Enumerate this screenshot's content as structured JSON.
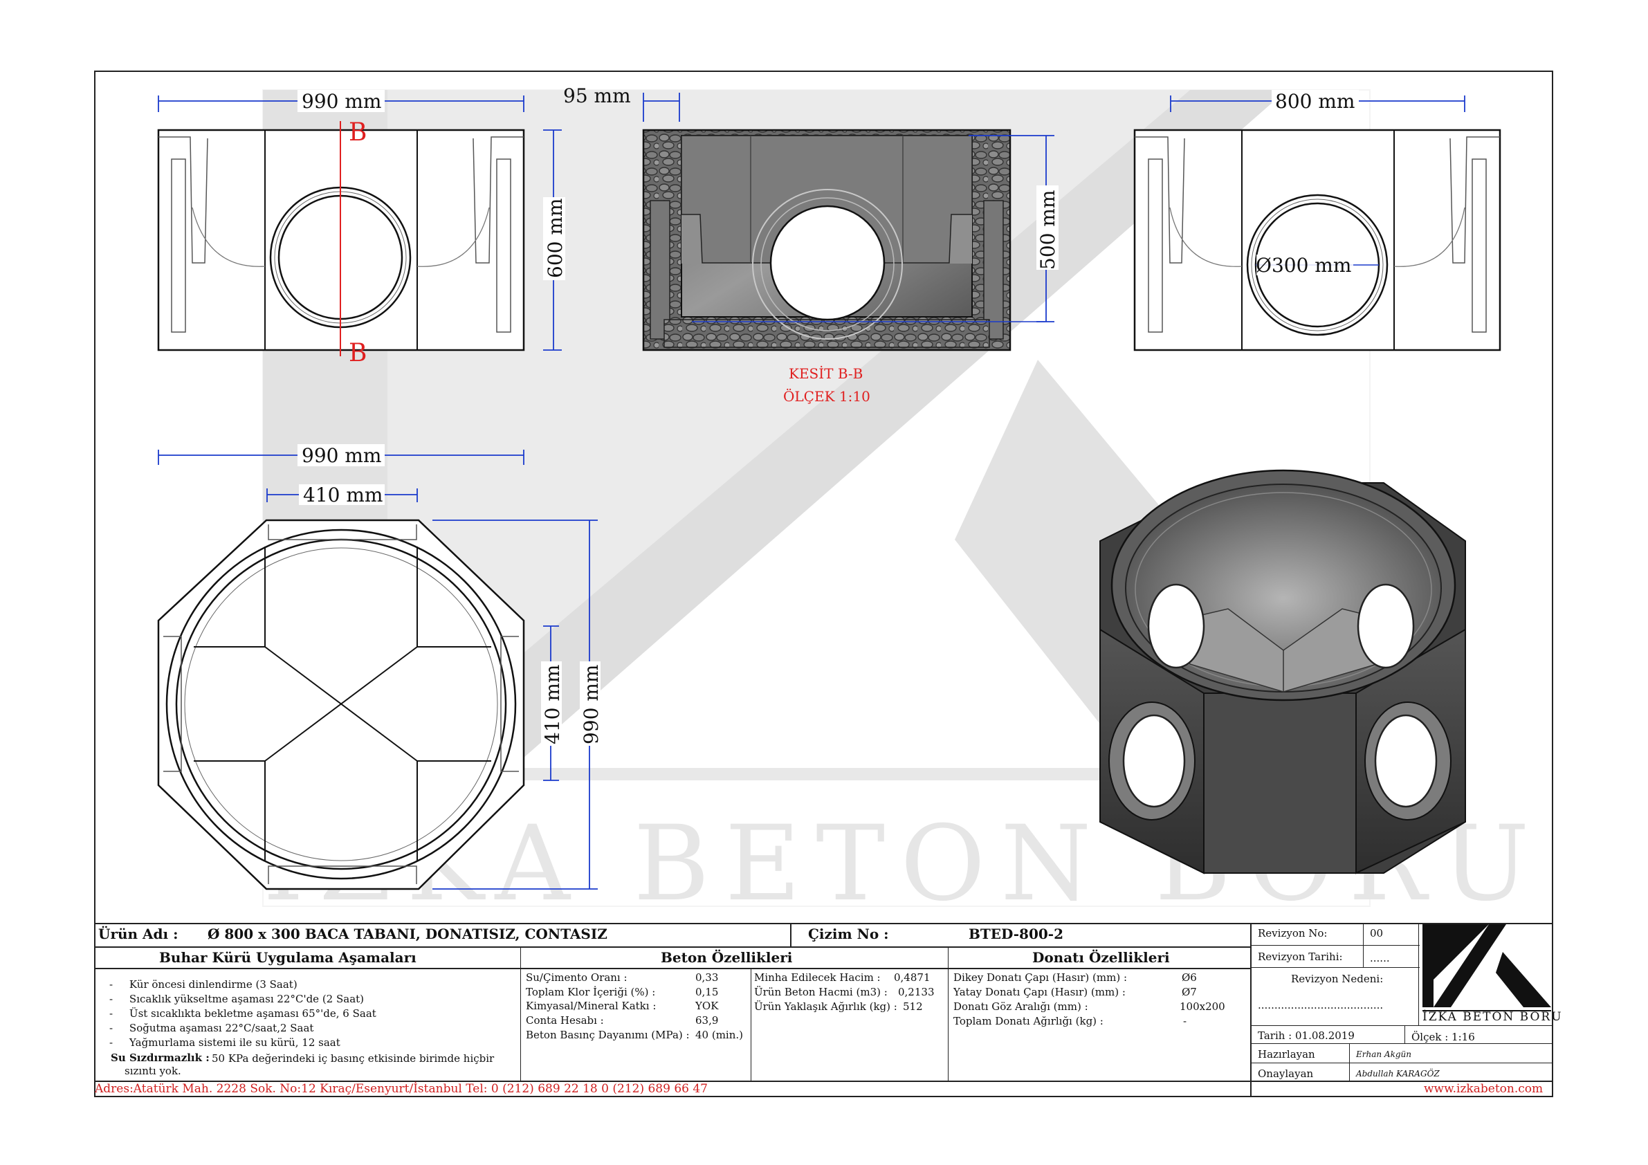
{
  "dimensions": {
    "front_width": "990 mm",
    "front_height": "600 mm",
    "wall_thickness": "95 mm",
    "section_height": "500 mm",
    "side_width": "800 mm",
    "pipe_diameter": "Ø300 mm",
    "top_width": "990 mm",
    "top_flat": "410 mm",
    "top_flat_vertical": "410 mm",
    "top_height": "990 mm"
  },
  "section_marks": {
    "top": "B",
    "bottom": "B"
  },
  "section_caption": {
    "line1": "KESİT B-B",
    "line2": "ÖLÇEK 1:10"
  },
  "watermark": "İZKA BETON BORU",
  "title_block": {
    "product_label": "Ürün Adı :",
    "product_name": "Ø 800 x 300 BACA TABANI, DONATISIZ, CONTASIZ",
    "drawing_label": "Çizim No :",
    "drawing_no": "BTED-800-2",
    "revision_no_label": "Revizyon No:",
    "revision_no": "00",
    "revision_date_label": "Revizyon Tarihi:",
    "revision_date": "......",
    "revision_reason_label": "Revizyon Nedeni:",
    "revision_reason": "......................................",
    "date": "Tarih : 01.08.2019",
    "scale": "Ölçek : 1:16",
    "prepared_label": "Hazırlayan",
    "prepared_by": "Erhan Akgün",
    "approved_label": "Onaylayan",
    "approved_by": "Abdullah KARAGÖZ",
    "logo_text": "İZKA BETON BORU"
  },
  "curing": {
    "heading": "Buhar Kürü Uygulama Aşamaları",
    "steps": [
      "Kür öncesi dinlendirme (3 Saat)",
      "Sıcaklık yükseltme aşaması 22°C'de (2 Saat)",
      "Üst sıcaklıkta bekletme aşaması 65°'de, 6 Saat",
      "Soğutma aşaması 22°C/saat,2 Saat",
      "Yağmurlama sistemi ile su kürü, 12 saat"
    ],
    "watertight_label": "Su Sızdırmazlık :",
    "watertight_text": "50 KPa değerindeki iç basınç etkisinde birimde hiçbir",
    "watertight_text2": "sızıntı yok."
  },
  "concrete": {
    "heading": "Beton Özellikleri",
    "rows": [
      {
        "label": "Su/Çimento Oranı :",
        "value": "0,33"
      },
      {
        "label": "Toplam Klor İçeriği (%) :",
        "value": "0,15"
      },
      {
        "label": "Kimyasal/Mineral Katkı :",
        "value": "YOK"
      },
      {
        "label": "Conta Hesabı :",
        "value": "63,9"
      },
      {
        "label": "Beton Basınç Dayanımı (MPa) :",
        "value": "40 (min.)"
      }
    ],
    "extra": [
      {
        "label": "Minha Edilecek Hacim :",
        "value": "0,4871"
      },
      {
        "label": "Ürün Beton Hacmi (m3) :",
        "value": "0,2133"
      },
      {
        "label": "Ürün Yaklaşık Ağırlık (kg) :",
        "value": "512"
      }
    ]
  },
  "rebar": {
    "heading": "Donatı Özellikleri",
    "rows": [
      {
        "label": "Dikey Donatı Çapı (Hasır) (mm) :",
        "value": "Ø6"
      },
      {
        "label": "Yatay Donatı Çapı (Hasır) (mm) :",
        "value": "Ø7"
      },
      {
        "label": "Donatı Göz Aralığı (mm) :",
        "value": "100x200"
      },
      {
        "label": "Toplam Donatı Ağırlığı (kg) :",
        "value": "-"
      }
    ]
  },
  "footer": {
    "address": "Adres:Atatürk Mah. 2228 Sok. No:12 Kıraç/Esenyurt/İstanbul Tel: 0 (212) 689 22 18 0 (212) 689 66 47",
    "website": "www.izkabeton.com"
  }
}
